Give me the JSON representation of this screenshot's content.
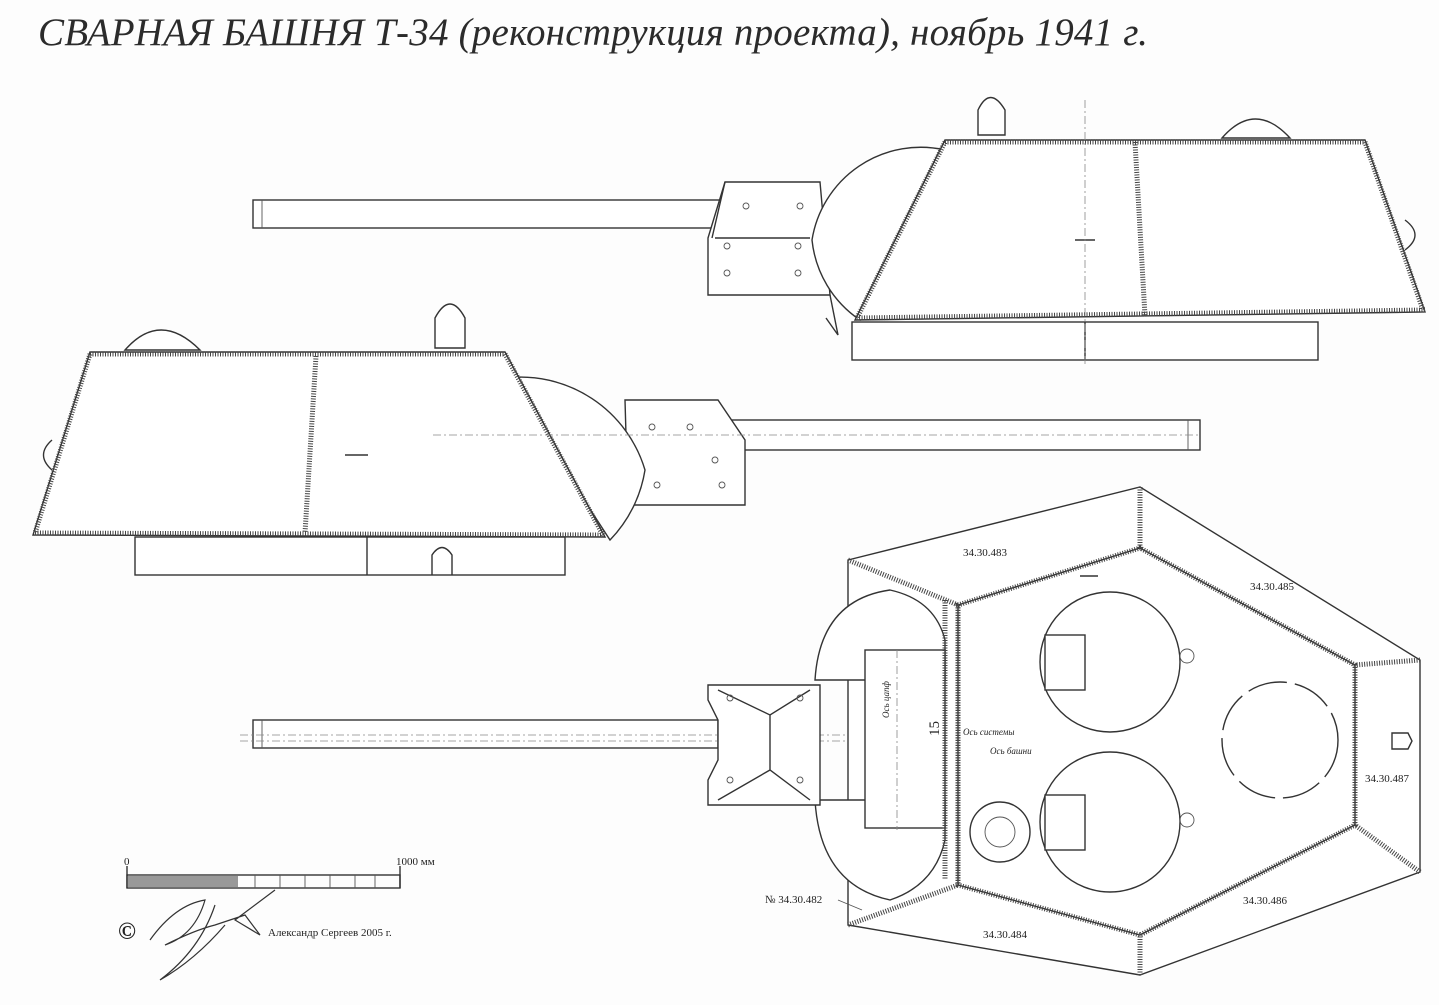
{
  "title": "СВАРНАЯ БАШНЯ  Т-34 (реконструкция проекта),  ноябрь 1941 г.",
  "top_view": {
    "parts": [
      "34.30.483",
      "34.30.485",
      "34.30.487",
      "34.30.486",
      "34.30.484",
      "№ 34.30.482"
    ],
    "axis_trunnion": "Ось цапф",
    "axis_system": "Ось системы",
    "axis_turret": "Ось башни",
    "offset": "15"
  },
  "scale": {
    "start": "0",
    "end": "1000 мм"
  },
  "credit": {
    "copyright": "©",
    "author": "Александр Сергеев 2005 г.",
    "signature": "signature"
  }
}
